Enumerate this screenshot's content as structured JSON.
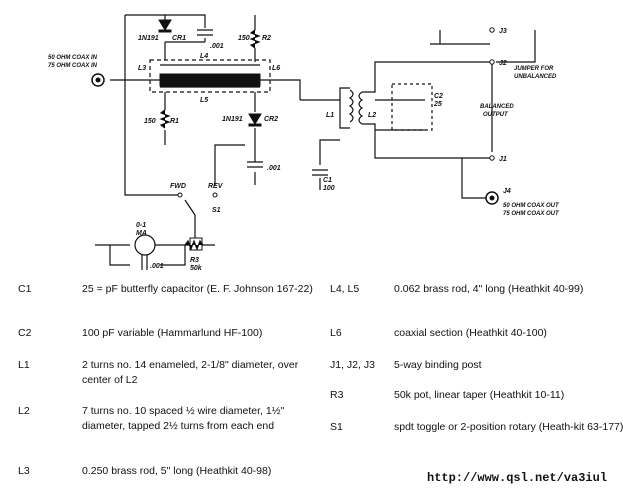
{
  "schematic": {
    "components": {
      "cr1_type": "1N191",
      "cr1": "CR1",
      "cr2_type": "1N191",
      "cr2": "CR2",
      "c_top": ".001",
      "c_mid": ".001",
      "c_meter": ".001",
      "r2": "R2",
      "r2_val": "150",
      "r1": "R1",
      "r1_val": "150",
      "l3": "L3",
      "l4": "L4",
      "l5": "L5",
      "l6": "L6",
      "l1": "L1",
      "l2": "L2",
      "c1": "C1",
      "c1_val": "100",
      "c2": "C2",
      "c2_val": "25",
      "s1": "S1",
      "fwd": "FWD",
      "rev": "REV",
      "meter": "0-1",
      "meter_unit": "MA",
      "r3": "R3",
      "r3_val": "50k",
      "j1": "J1",
      "j2": "J2",
      "j3": "J3",
      "j4": "J4"
    },
    "notes": {
      "coax_in_1": "50 OHM COAX IN",
      "coax_in_2": "75 OHM COAX IN",
      "jumper_1": "JUMPER FOR",
      "jumper_2": "UNBALANCED",
      "balanced_1": "BALANCED",
      "balanced_2": "OUTPUT",
      "coax_out_1": "50 OHM COAX OUT",
      "coax_out_2": "75 OHM COAX OUT"
    }
  },
  "parts_list": {
    "left": [
      {
        "ref": "C1",
        "desc": "25 = pF butterfly capacitor (E. F. Johnson 167-22)"
      },
      {
        "ref": "C2",
        "desc": "100 pF variable (Hammarlund HF-100)"
      },
      {
        "ref": "L1",
        "desc": "2 turns no. 14 enameled, 2-1/8\" diameter, over center of L2"
      },
      {
        "ref": "L2",
        "desc": "7 turns no. 10 spaced ½ wire diameter, 1½\" diameter, tapped 2½ turns from each end"
      },
      {
        "ref": "L3",
        "desc": "0.250 brass rod, 5\" long (Heathkit 40-98)"
      }
    ],
    "right": [
      {
        "ref": "L4, L5",
        "desc": "0.062 brass rod, 4\" long (Heathkit 40-99)"
      },
      {
        "ref": "L6",
        "desc": "coaxial section (Heathkit 40-100)"
      },
      {
        "ref": "J1, J2, J3",
        "desc": "5-way binding post"
      },
      {
        "ref": "R3",
        "desc": "50k pot, linear taper (Heathkit 10-11)"
      },
      {
        "ref": "S1",
        "desc": "spdt toggle or 2-position rotary (Heath-kit 63-177)"
      }
    ]
  },
  "url": "http://www.qsl.net/va3iul"
}
